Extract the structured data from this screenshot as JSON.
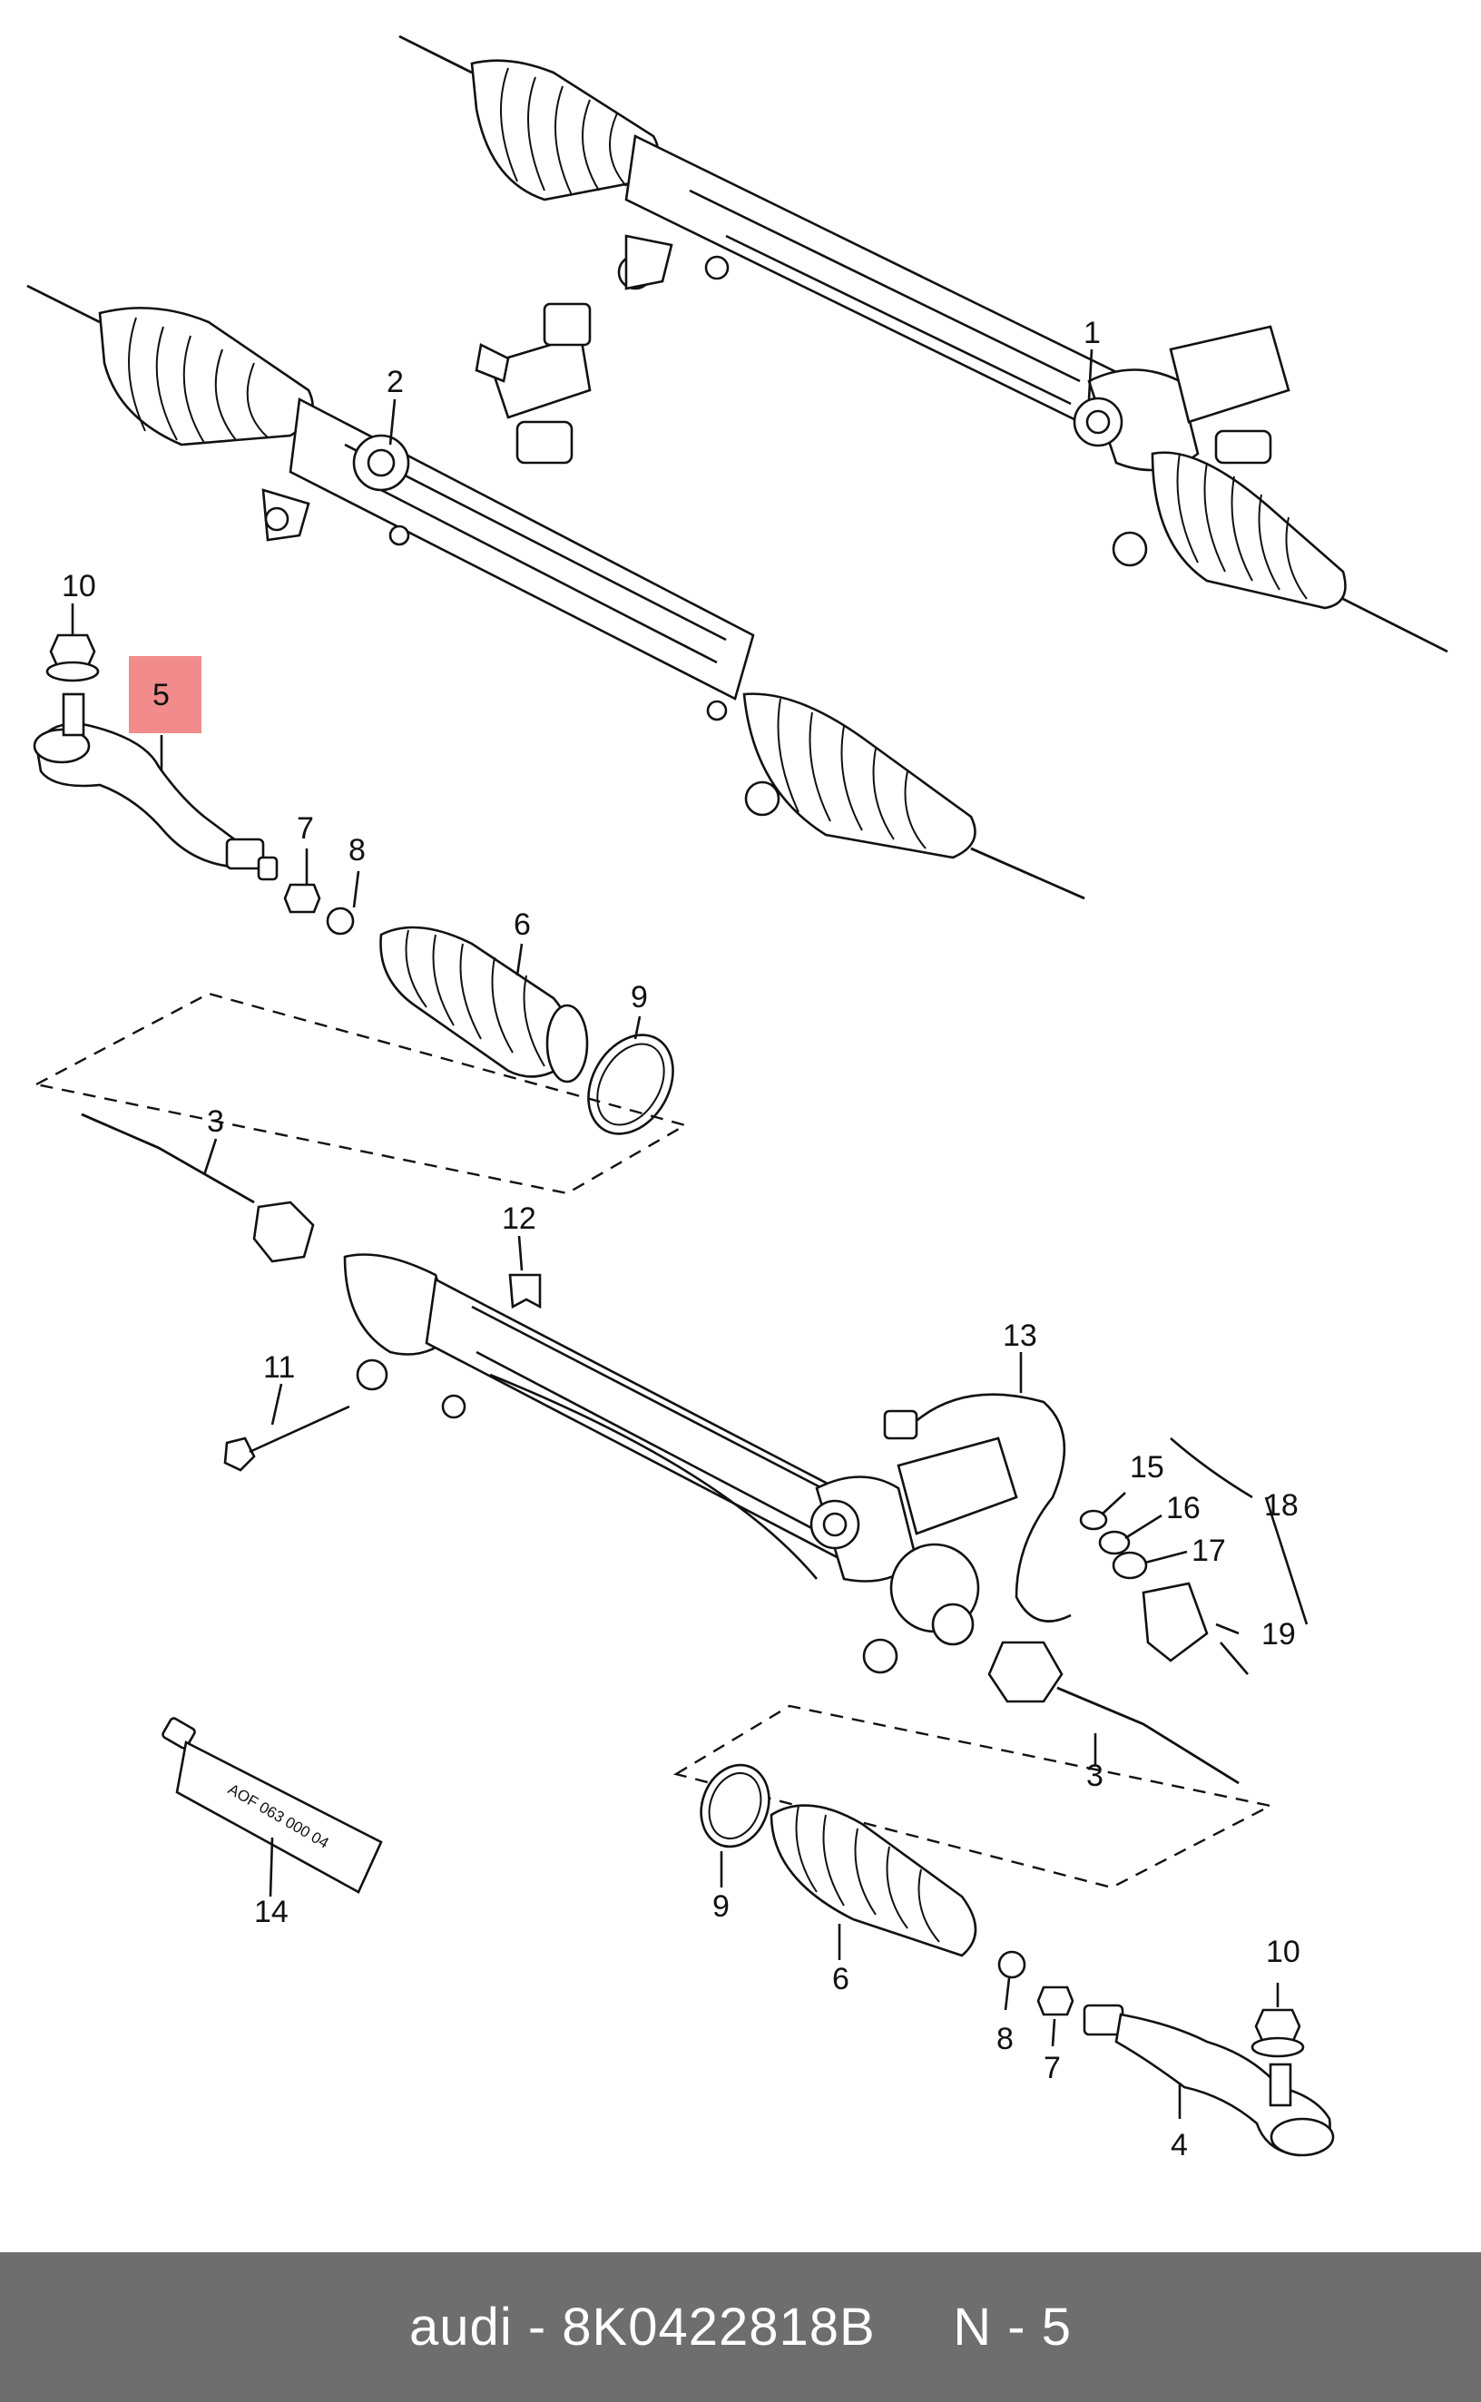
{
  "callouts": {
    "c1": "1",
    "c2": "2",
    "c3a": "3",
    "c3b": "3",
    "c4": "4",
    "c5": "5",
    "c6a": "6",
    "c6b": "6",
    "c7a": "7",
    "c7b": "7",
    "c8a": "8",
    "c8b": "8",
    "c9a": "9",
    "c9b": "9",
    "c10a": "10",
    "c10b": "10",
    "c11": "11",
    "c12": "12",
    "c13": "13",
    "c14": "14",
    "c15": "15",
    "c16": "16",
    "c17": "17",
    "c18": "18",
    "c19": "19"
  },
  "tube_label": "AOF 063 000 04",
  "highlight_color": "#f28b8b",
  "footer": {
    "brand": "audi",
    "separator": " - ",
    "part_number": "8K0422818B",
    "position_label": "N - 5"
  }
}
